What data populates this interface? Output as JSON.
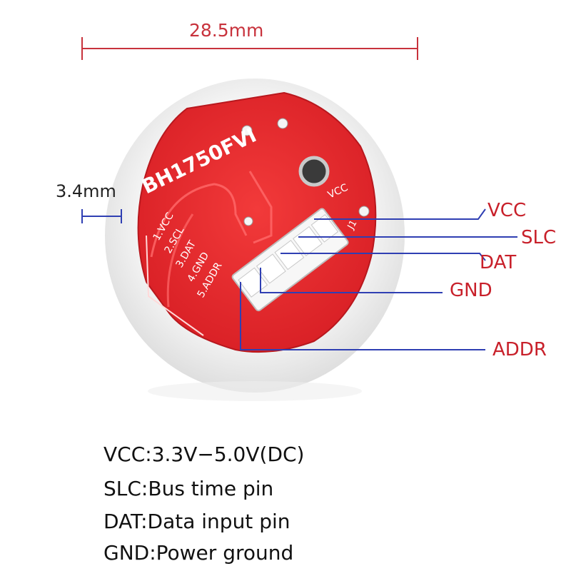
{
  "dimensions": {
    "width_label": "28.5mm",
    "thickness_label": "3.4mm"
  },
  "board": {
    "model_text": "BH1750FVI",
    "silkscreen_pins": [
      "1.VCC",
      "2.SCL",
      "3.DAT",
      "4.GND",
      "5.ADDR"
    ],
    "connector_mark": "VCC",
    "j_mark": "J1"
  },
  "pin_callouts": [
    "VCC",
    "SLC",
    "DAT",
    "GND",
    "ADDR"
  ],
  "descriptions": [
    "VCC:3.3V−5.0V(DC)",
    "SLC:Bus time pin",
    "DAT:Data input pin",
    "GND:Power ground"
  ],
  "colors": {
    "dimension_line": "#c8323c",
    "callout_line": "#2f3fb3",
    "board_red": "#e8282e",
    "dome_white": "#f3f3f3"
  }
}
